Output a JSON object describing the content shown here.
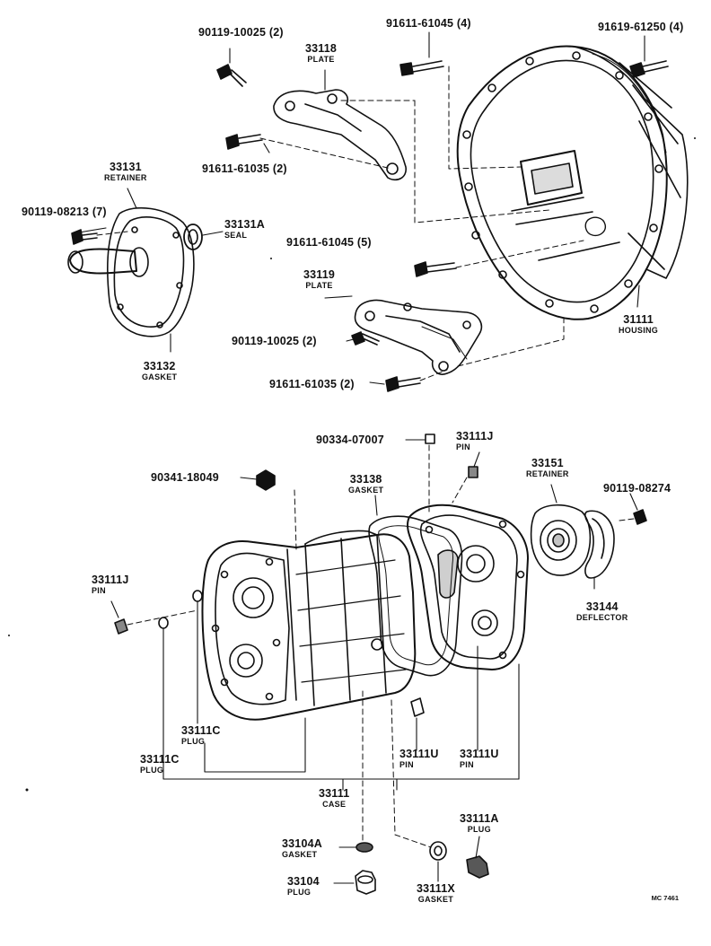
{
  "callouts": [
    {
      "num": "90119-10025 (2)"
    },
    {
      "num": "33118",
      "name": "PLATE"
    },
    {
      "num": "91611-61045 (4)"
    },
    {
      "num": "91619-61250 (4)"
    },
    {
      "num": "91611-61035 (2)"
    },
    {
      "num": "33131",
      "name": "RETAINER"
    },
    {
      "num": "90119-08213 (7)"
    },
    {
      "num": "33131A",
      "name": "SEAL"
    },
    {
      "num": "91611-61045 (5)"
    },
    {
      "num": "33119",
      "name": "PLATE"
    },
    {
      "num": "33132",
      "name": "GASKET"
    },
    {
      "num": "90119-10025 (2)"
    },
    {
      "num": "31111",
      "name": "HOUSING"
    },
    {
      "num": "91611-61035 (2)"
    },
    {
      "num": "90334-07007"
    },
    {
      "num": "33111J",
      "name": "PIN"
    },
    {
      "num": "33151",
      "name": "RETAINER"
    },
    {
      "num": "90341-18049"
    },
    {
      "num": "33138",
      "name": "GASKET"
    },
    {
      "num": "90119-08274"
    },
    {
      "num": "33111J",
      "name": "PIN"
    },
    {
      "num": "33144",
      "name": "DEFLECTOR"
    },
    {
      "num": "33111C",
      "name": "PLUG"
    },
    {
      "num": "33111C",
      "name": "PLUG"
    },
    {
      "num": "33111U",
      "name": "PIN"
    },
    {
      "num": "33111U",
      "name": "PIN"
    },
    {
      "num": "33111",
      "name": "CASE"
    },
    {
      "num": "33111A",
      "name": "PLUG"
    },
    {
      "num": "33104A",
      "name": "GASKET"
    },
    {
      "num": "33104",
      "name": "PLUG"
    },
    {
      "num": "33111X",
      "name": "GASKET"
    }
  ],
  "drawing_code": "MC 7461"
}
